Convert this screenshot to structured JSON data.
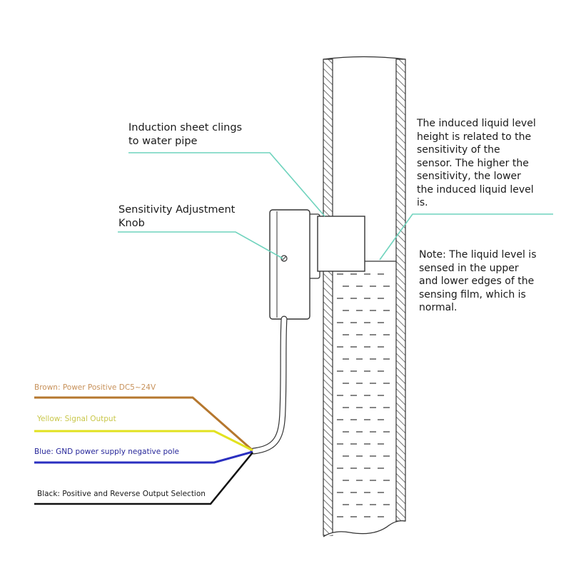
{
  "labels": {
    "induction_sheet": [
      "Induction sheet clings",
      "to water pipe"
    ],
    "sensitivity_knob": [
      "Sensitivity Adjustment",
      "Knob"
    ],
    "level_height_note": [
      "The induced liquid level",
      "height is related to the",
      "sensitivity of the",
      "sensor. The higher the",
      "sensitivity, the lower",
      "the induced liquid level",
      "is."
    ],
    "edge_note": [
      "Note: The liquid level is",
      "sensed in the upper",
      "and lower edges of the",
      "sensing film, which is",
      "normal."
    ]
  },
  "wires": [
    {
      "label": "Brown: Power Positive DC5~24V",
      "color": "#b5772e",
      "text_color": "#c7915a"
    },
    {
      "label": "Yellow: Signal Output",
      "color": "#e2e21f",
      "text_color": "#c9c74a"
    },
    {
      "label": "Blue: GND power supply negative pole",
      "color": "#2a2fc0",
      "text_color": "#27279a"
    },
    {
      "label": "Black: Positive and Reverse Output Selection",
      "color": "#111111",
      "text_color": "#1a1a1a"
    }
  ],
  "colors": {
    "leader_line": "#6fd3bd",
    "outline": "#333333",
    "hatch": "#555555"
  }
}
